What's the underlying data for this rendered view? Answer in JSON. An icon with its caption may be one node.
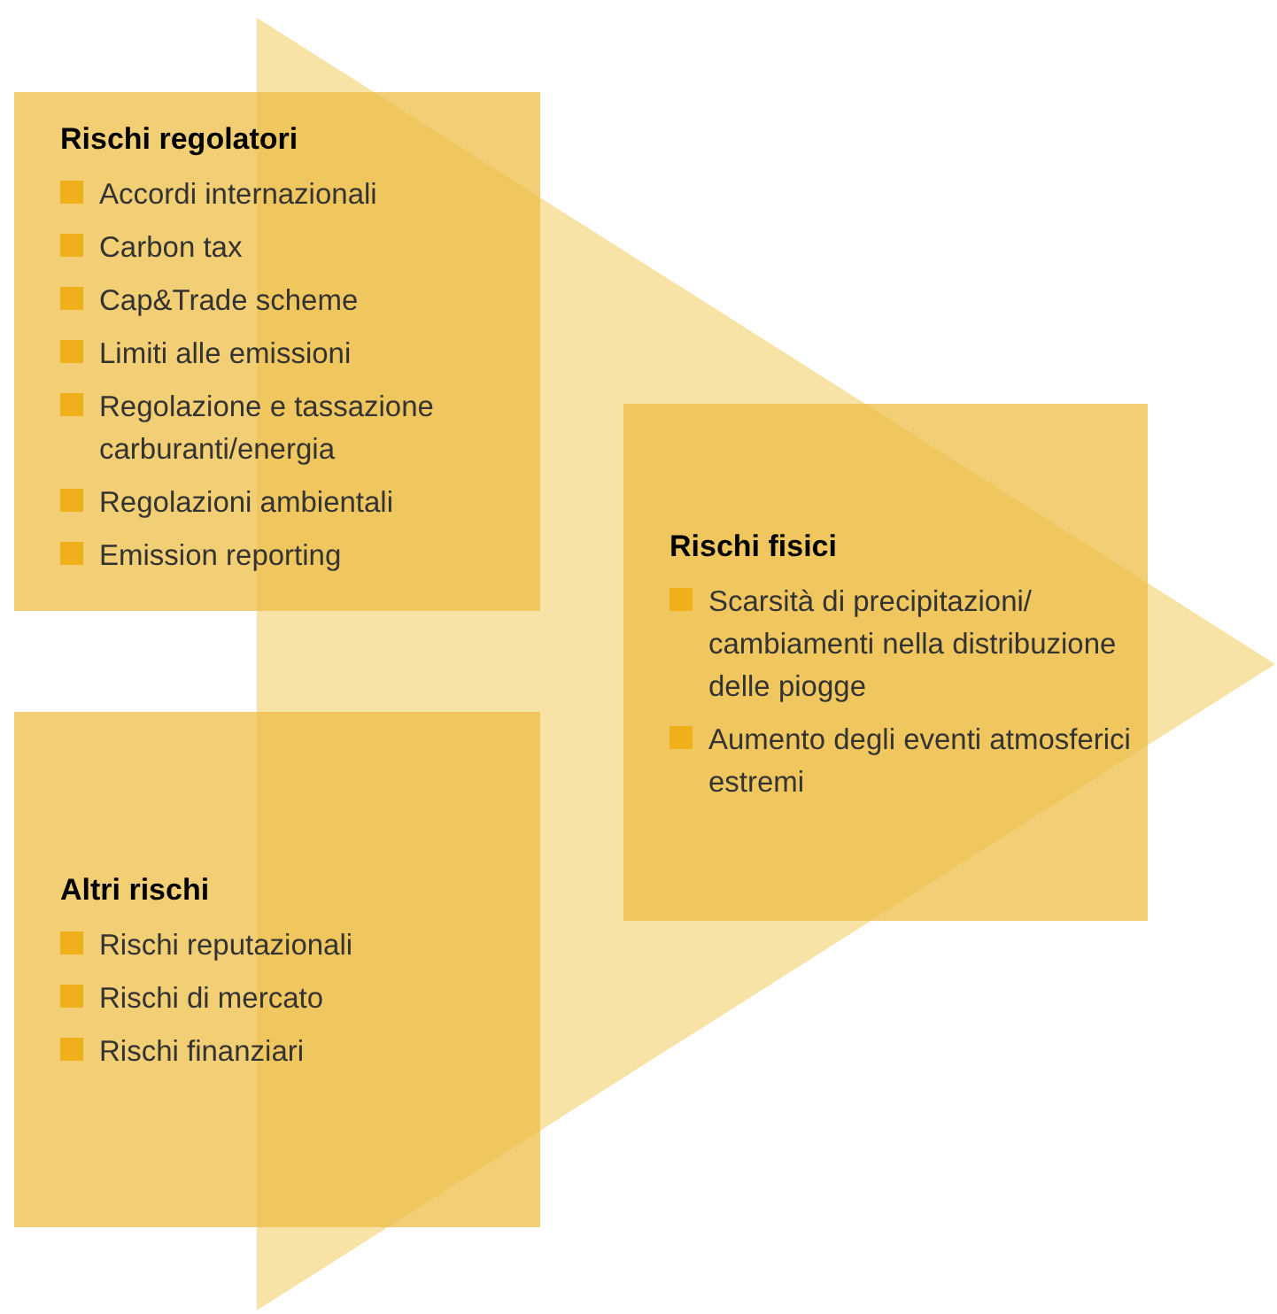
{
  "diagram": {
    "nodes": [
      {
        "text": [
          "Rischi regolatori",
          "Accordi internazionali",
          "Carbon tax",
          "Cap&Trade scheme",
          "Limiti alle emissioni",
          "Regolazione e tassazione carburanti/energia",
          "Regolazioni ambientali",
          "Emission reporting"
        ]
      },
      {
        "text": [
          "Altri rischi",
          "Rischi reputazionali",
          "Rischi di mercato",
          "Rischi finanziari"
        ]
      },
      {
        "text": [
          "Rischi fisici",
          "Scarsità di precipitazioni/ cambiamenti nella distribuzione delle piogge",
          "Aumento degli eventi atmosferici estremi"
        ]
      }
    ]
  }
}
